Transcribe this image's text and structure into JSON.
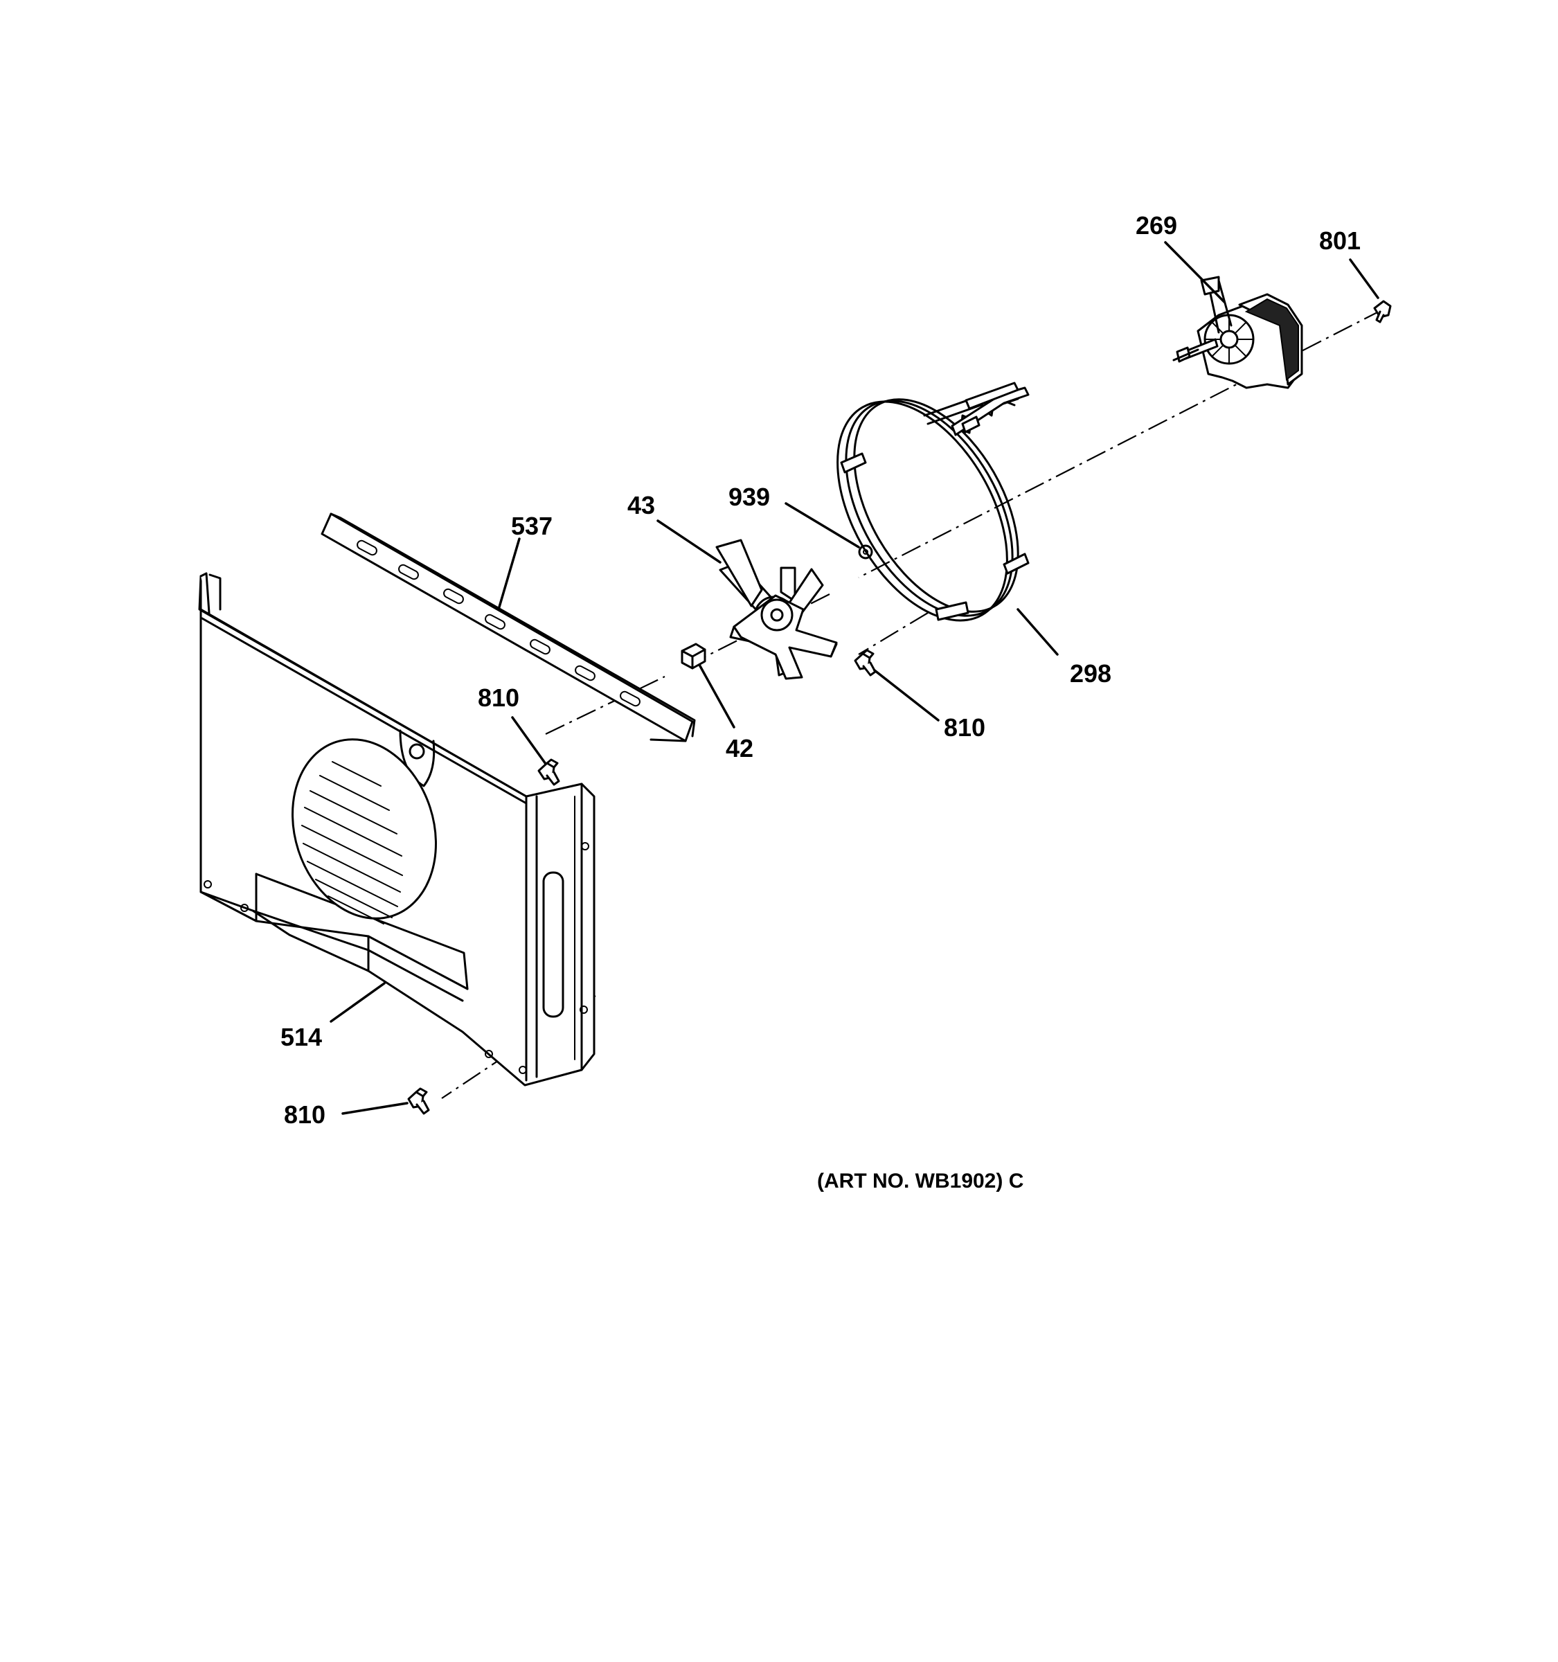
{
  "parts": {
    "p269": "269",
    "p801": "801",
    "p939": "939",
    "p43": "43",
    "p537": "537",
    "p298": "298",
    "p42": "42",
    "p810_a": "810",
    "p810_b": "810",
    "p810_c": "810",
    "p514": "514"
  },
  "art_number": "(ART NO. WB1902) C"
}
